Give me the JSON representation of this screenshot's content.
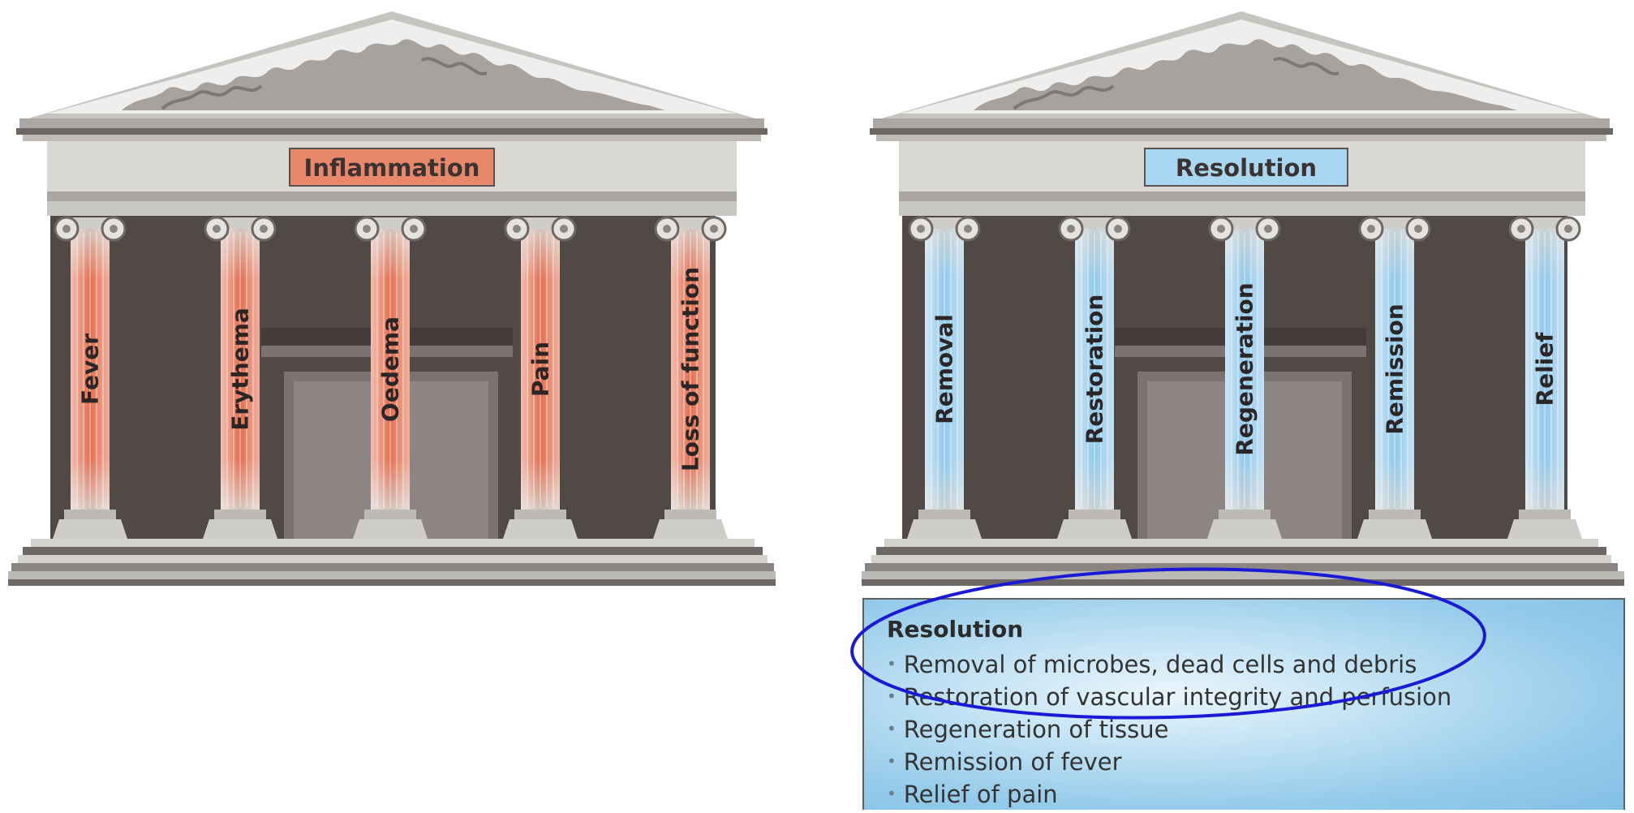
{
  "temples": [
    {
      "id": "inflammation",
      "sign": "Inflammation",
      "columns": [
        "Fever",
        "Erythema",
        "Oedema",
        "Pain",
        "Loss of function"
      ],
      "theme": "red",
      "colors": {
        "sign_fill": "#e9876b",
        "column_glow": "#e46a4a"
      }
    },
    {
      "id": "resolution",
      "sign": "Resolution",
      "columns": [
        "Removal",
        "Restoration",
        "Regeneration",
        "Remission",
        "Relief"
      ],
      "theme": "blue",
      "colors": {
        "sign_fill": "#a9d6f1",
        "column_glow": "#8ec8ec"
      }
    }
  ],
  "info_box": {
    "title": "Resolution",
    "items": [
      "Removal of microbes, dead cells and debris",
      "Restoration of vascular integrity and perfusion",
      "Regeneration of tissue",
      "Remission of fever",
      "Relief of pain"
    ]
  },
  "highlight": {
    "color": "#1a1ad6",
    "shape": "ellipse"
  },
  "colors": {
    "stone_light": "#d9d8d4",
    "stone_mid": "#bcbab6",
    "stone_dark": "#6a6462",
    "interior": "#514946",
    "door": "#7a7371"
  }
}
